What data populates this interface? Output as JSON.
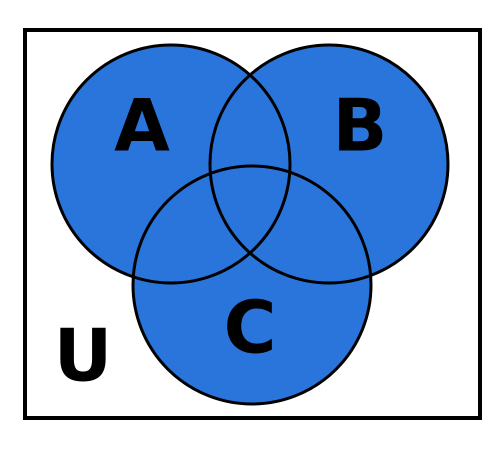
{
  "diagram": {
    "type": "venn",
    "universe_label": "U",
    "sets": [
      {
        "id": "a",
        "label": "A"
      },
      {
        "id": "b",
        "label": "B"
      },
      {
        "id": "c",
        "label": "C"
      }
    ],
    "fill_color": "#2a75dc",
    "stroke_color": "#000000",
    "background_color": "#ffffff",
    "shaded_region": "A ∪ B ∪ C"
  }
}
